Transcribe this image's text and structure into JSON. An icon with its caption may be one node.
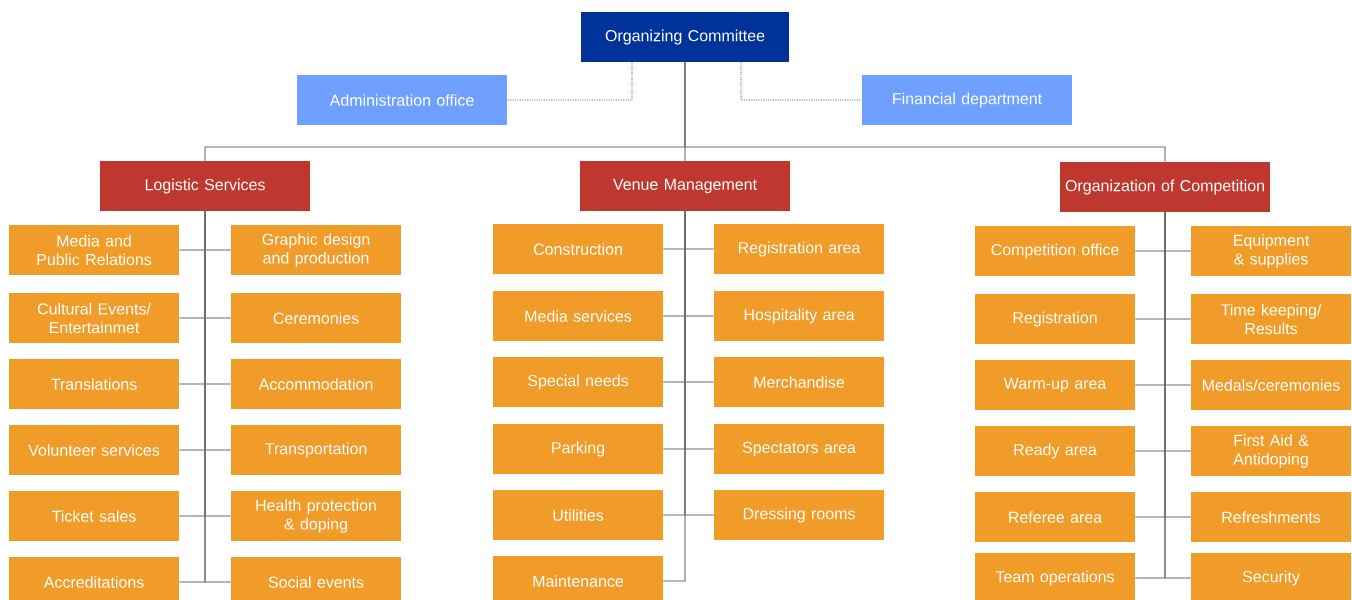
{
  "diagram": {
    "nodes": [
      {
        "text": [
          "Organizing Committee"
        ]
      },
      {
        "text": [
          "Administration office"
        ]
      },
      {
        "text": [
          "Financial department"
        ]
      },
      {
        "text": [
          "Logistic Services"
        ]
      },
      {
        "text": [
          "Venue Management"
        ]
      },
      {
        "text": [
          "Organization of Competition"
        ]
      },
      {
        "text": [
          "Media and Public Relations"
        ]
      },
      {
        "text": [
          "Graphic design and production"
        ]
      },
      {
        "text": [
          "Cultural Events/ Entertainmet"
        ]
      },
      {
        "text": [
          "Ceremonies"
        ]
      },
      {
        "text": [
          "Translations"
        ]
      },
      {
        "text": [
          "Accommodation"
        ]
      },
      {
        "text": [
          "Volunteer services"
        ]
      },
      {
        "text": [
          "Transportation"
        ]
      },
      {
        "text": [
          "Ticket sales"
        ]
      },
      {
        "text": [
          "Health protection & doping"
        ]
      },
      {
        "text": [
          "Accreditations"
        ]
      },
      {
        "text": [
          "Social events"
        ]
      },
      {
        "text": [
          "Construction"
        ]
      },
      {
        "text": [
          "Registration area"
        ]
      },
      {
        "text": [
          "Media services"
        ]
      },
      {
        "text": [
          "Hospitality area"
        ]
      },
      {
        "text": [
          "Special needs"
        ]
      },
      {
        "text": [
          "Merchandise"
        ]
      },
      {
        "text": [
          "Parking"
        ]
      },
      {
        "text": [
          "Spectators area"
        ]
      },
      {
        "text": [
          "Utilities"
        ]
      },
      {
        "text": [
          "Dressing rooms"
        ]
      },
      {
        "text": [
          "Maintenance"
        ]
      },
      {
        "text": [
          "Competition office"
        ]
      },
      {
        "text": [
          "Equipment & supplies"
        ]
      },
      {
        "text": [
          "Registration"
        ]
      },
      {
        "text": [
          "Time keeping/ Results"
        ]
      },
      {
        "text": [
          "Warm-up area"
        ]
      },
      {
        "text": [
          "Medals/ceremonies"
        ]
      },
      {
        "text": [
          "Ready area"
        ]
      },
      {
        "text": [
          "First Aid & Antidoping"
        ]
      },
      {
        "text": [
          "Referee area"
        ]
      },
      {
        "text": [
          "Refreshments"
        ]
      },
      {
        "text": [
          "Team operations"
        ]
      },
      {
        "text": [
          "Security"
        ]
      }
    ],
    "edges": [
      {
        "from": 0,
        "to": 1,
        "arrow": "none",
        "style": "dashed"
      },
      {
        "from": 0,
        "to": 2,
        "arrow": "none",
        "style": "dashed"
      },
      {
        "from": 0,
        "to": 3,
        "arrow": "none"
      },
      {
        "from": 0,
        "to": 4,
        "arrow": "none"
      },
      {
        "from": 0,
        "to": 5,
        "arrow": "none"
      },
      {
        "from": 3,
        "to": 6,
        "arrow": "none"
      },
      {
        "from": 3,
        "to": 7,
        "arrow": "none"
      },
      {
        "from": 3,
        "to": 8,
        "arrow": "none"
      },
      {
        "from": 3,
        "to": 9,
        "arrow": "none"
      },
      {
        "from": 3,
        "to": 10,
        "arrow": "none"
      },
      {
        "from": 3,
        "to": 11,
        "arrow": "none"
      },
      {
        "from": 3,
        "to": 12,
        "arrow": "none"
      },
      {
        "from": 3,
        "to": 13,
        "arrow": "none"
      },
      {
        "from": 3,
        "to": 14,
        "arrow": "none"
      },
      {
        "from": 3,
        "to": 15,
        "arrow": "none"
      },
      {
        "from": 3,
        "to": 16,
        "arrow": "none"
      },
      {
        "from": 3,
        "to": 17,
        "arrow": "none"
      },
      {
        "from": 4,
        "to": 18,
        "arrow": "none"
      },
      {
        "from": 4,
        "to": 19,
        "arrow": "none"
      },
      {
        "from": 4,
        "to": 20,
        "arrow": "none"
      },
      {
        "from": 4,
        "to": 21,
        "arrow": "none"
      },
      {
        "from": 4,
        "to": 22,
        "arrow": "none"
      },
      {
        "from": 4,
        "to": 23,
        "arrow": "none"
      },
      {
        "from": 4,
        "to": 24,
        "arrow": "none"
      },
      {
        "from": 4,
        "to": 25,
        "arrow": "none"
      },
      {
        "from": 4,
        "to": 26,
        "arrow": "none"
      },
      {
        "from": 4,
        "to": 27,
        "arrow": "none"
      },
      {
        "from": 4,
        "to": 28,
        "arrow": "none"
      },
      {
        "from": 5,
        "to": 29,
        "arrow": "none"
      },
      {
        "from": 5,
        "to": 30,
        "arrow": "none"
      },
      {
        "from": 5,
        "to": 31,
        "arrow": "none"
      },
      {
        "from": 5,
        "to": 32,
        "arrow": "none"
      },
      {
        "from": 5,
        "to": 33,
        "arrow": "none"
      },
      {
        "from": 5,
        "to": 34,
        "arrow": "none"
      },
      {
        "from": 5,
        "to": 35,
        "arrow": "none"
      },
      {
        "from": 5,
        "to": 36,
        "arrow": "none"
      },
      {
        "from": 5,
        "to": 37,
        "arrow": "none"
      },
      {
        "from": 5,
        "to": 38,
        "arrow": "none"
      },
      {
        "from": 5,
        "to": 39,
        "arrow": "none"
      },
      {
        "from": 5,
        "to": 40,
        "arrow": "none"
      }
    ]
  }
}
